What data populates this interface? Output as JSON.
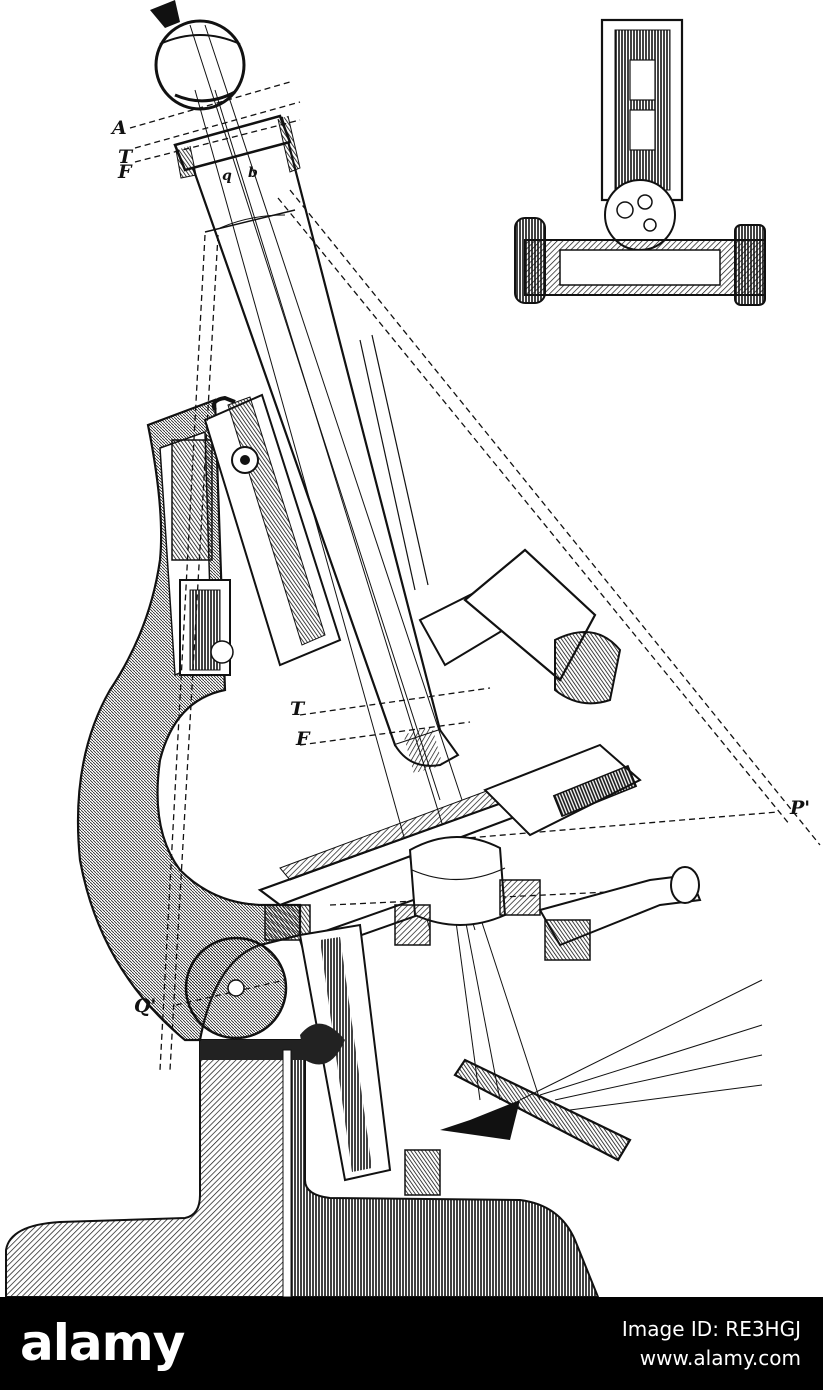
{
  "figure": {
    "labels": {
      "eye_a": "A",
      "eyepiece_t": "T",
      "eyepiece_f": "F",
      "eyepiece_q": "q",
      "eyepiece_b": "b",
      "objective_t": "T",
      "objective_f": "F",
      "point_p": "P'",
      "point_q": "Q'"
    }
  },
  "footer": {
    "logo": "alamy",
    "image_id": "Image ID: RE3HGJ",
    "site": "www.alamy.com"
  },
  "colors": {
    "ink": "#111111",
    "paper": "#ffffff",
    "footer_bg": "#000000",
    "footer_text": "#ffffff"
  }
}
